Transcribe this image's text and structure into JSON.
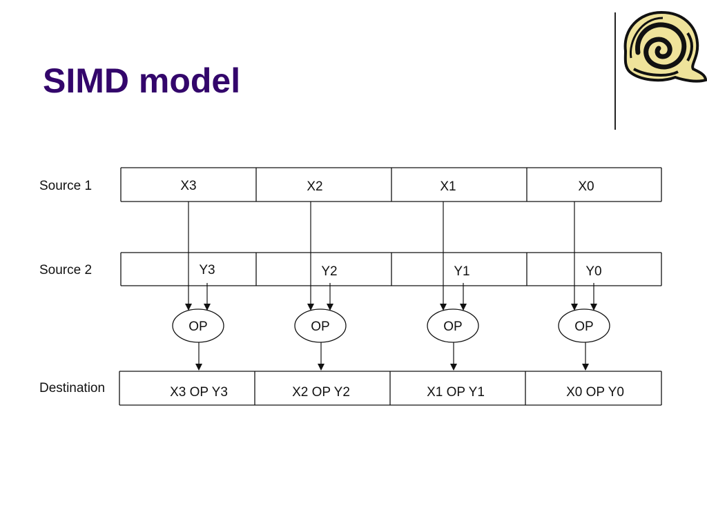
{
  "slide": {
    "title": "SIMD model"
  },
  "colors": {
    "title": "#33066b",
    "lines": "#111111",
    "logo_fill": "#efe39b"
  },
  "logo": {
    "icon": "spiral-shell-logo-icon"
  },
  "diagram": {
    "row_labels": {
      "source1": "Source 1",
      "source2": "Source 2",
      "destination": "Destination"
    },
    "source1": [
      "X3",
      "X2",
      "X1",
      "X0"
    ],
    "source2": [
      "Y3",
      "Y2",
      "Y1",
      "Y0"
    ],
    "operation": "OP",
    "destination": [
      "X3 OP Y3",
      "X2 OP Y2",
      "X1 OP Y1",
      "X0 OP Y0"
    ]
  }
}
